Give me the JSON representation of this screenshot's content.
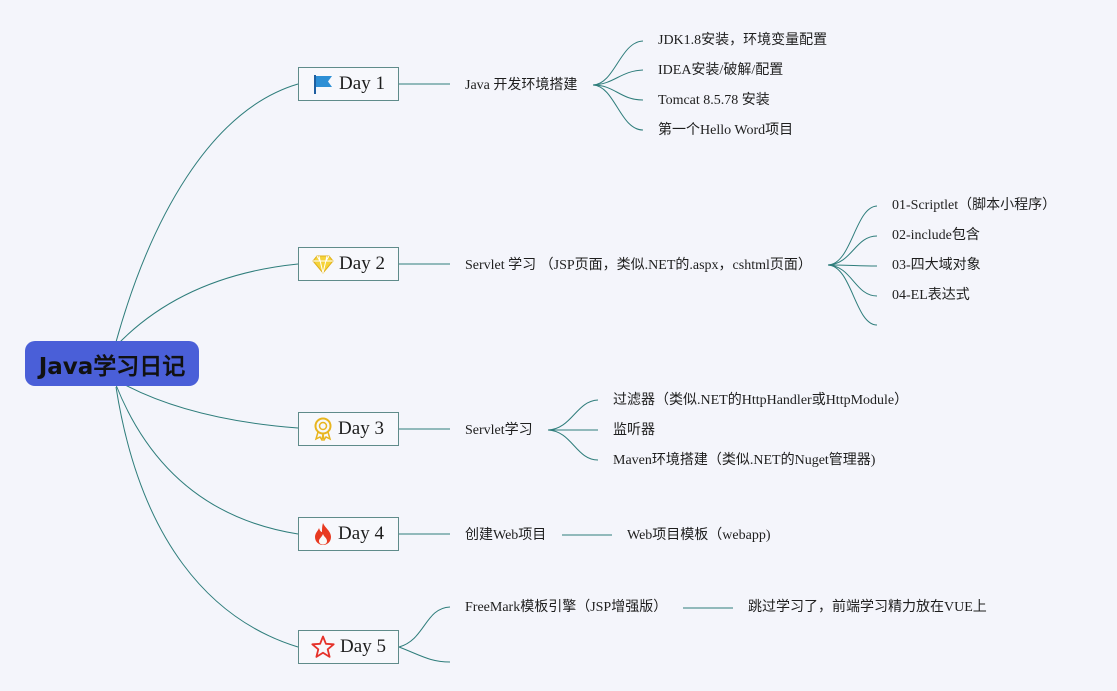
{
  "root": {
    "title": "Java学习日记"
  },
  "days": [
    {
      "label": "Day 1",
      "icon": "flag-icon",
      "topic": "Java 开发环境搭建",
      "items": [
        "JDK1.8安装，环境变量配置",
        "IDEA安装/破解/配置",
        "Tomcat 8.5.78 安装",
        "第一个Hello Word项目"
      ]
    },
    {
      "label": "Day 2",
      "icon": "diamond-icon",
      "topic": "Servlet 学习 （JSP页面，类似.NET的.aspx，cshtml页面）",
      "items": [
        "01-Scriptlet（脚本小程序）",
        "02-include包含",
        "03-四大域对象",
        "04-EL表达式"
      ]
    },
    {
      "label": "Day 3",
      "icon": "award-icon",
      "topic": "Servlet学习",
      "items": [
        "过滤器（类似.NET的HttpHandler或HttpModule）",
        "监听器",
        "Maven环境搭建（类似.NET的Nuget管理器)"
      ]
    },
    {
      "label": "Day 4",
      "icon": "fire-icon",
      "topic": "创建Web项目",
      "items": [
        "Web项目模板（webapp)"
      ]
    },
    {
      "label": "Day 5",
      "icon": "star-icon",
      "topic": "FreeMark模板引擎（JSP增强版）",
      "items": [
        "跳过学习了，前端学习精力放在VUE上"
      ]
    }
  ],
  "colors": {
    "background": "#f4f5fb",
    "root_fill": "#4a5fd8",
    "connector": "#2e7d7b",
    "node_border": "#5f8b8a"
  }
}
